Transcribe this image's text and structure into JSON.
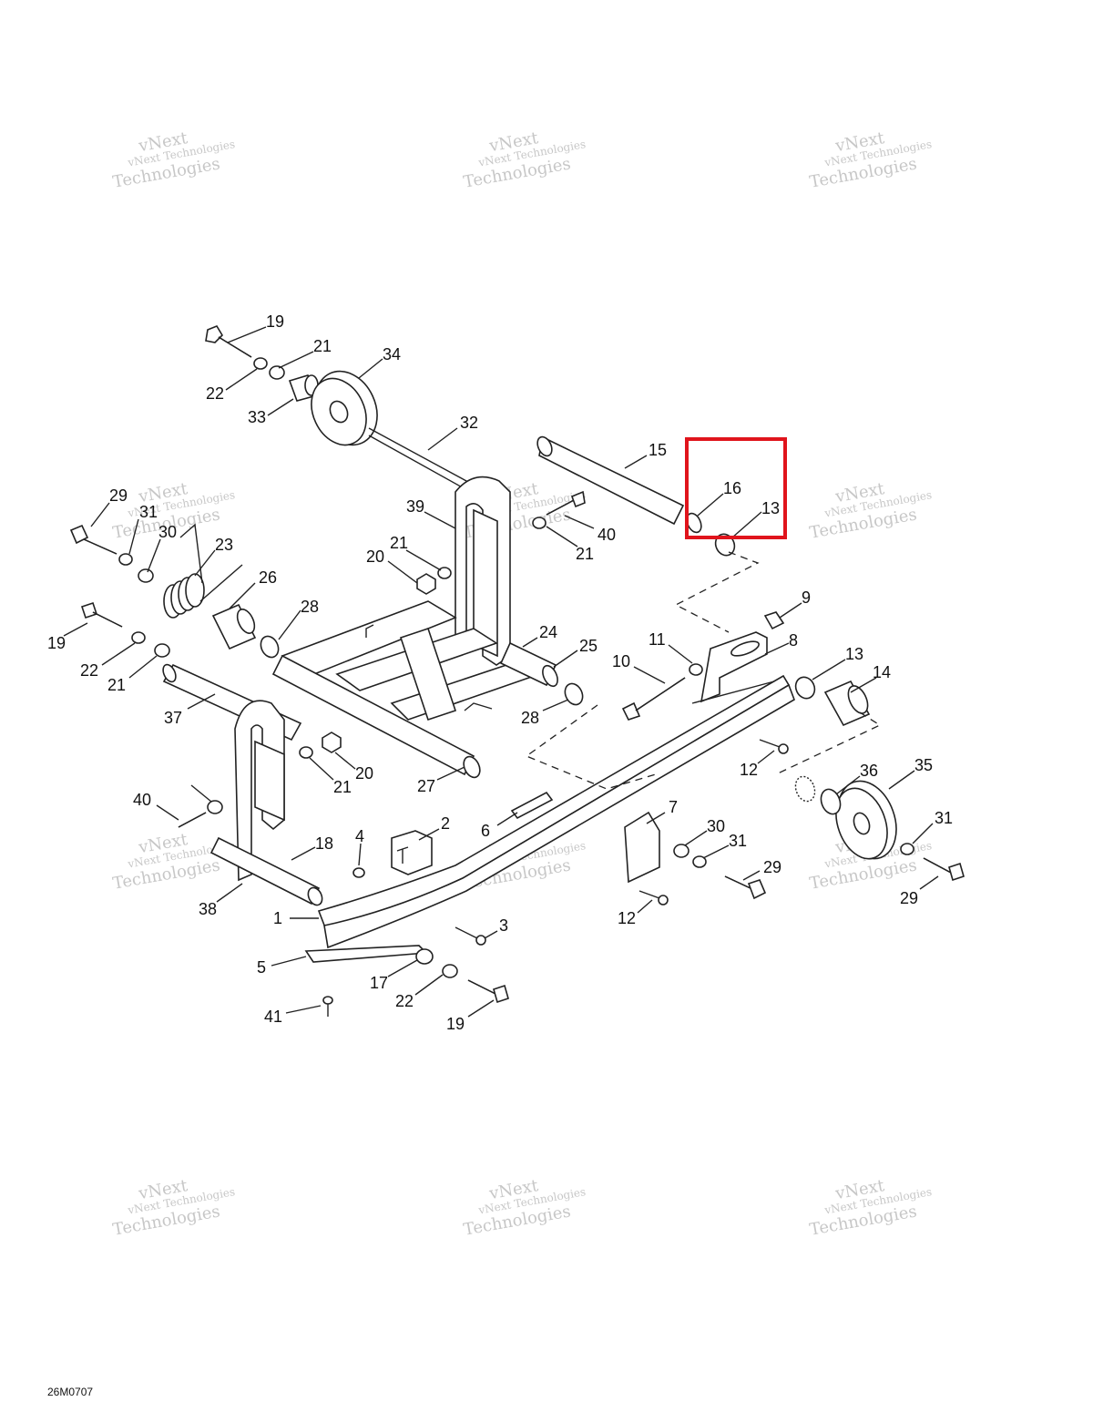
{
  "diagram": {
    "drawing_code": "26M0707",
    "watermark": {
      "line1": "vNext",
      "line2": "vNext Technologies",
      "line3": "Technologies"
    },
    "highlight_color": "#e0141c",
    "highlighted_callouts": [
      "16",
      "13"
    ],
    "callouts": [
      "19",
      "21",
      "34",
      "22",
      "33",
      "32",
      "15",
      "16",
      "13",
      "29",
      "31",
      "30",
      "39",
      "40",
      "23",
      "26",
      "21",
      "20",
      "21",
      "9",
      "28",
      "19",
      "24",
      "8",
      "25",
      "11",
      "13",
      "22",
      "10",
      "14",
      "21",
      "37",
      "28",
      "20",
      "21",
      "12",
      "27",
      "36",
      "35",
      "40",
      "2",
      "7",
      "30",
      "31",
      "4",
      "6",
      "18",
      "38",
      "29",
      "31",
      "1",
      "12",
      "29",
      "3",
      "5",
      "17",
      "22",
      "41",
      "19"
    ]
  }
}
